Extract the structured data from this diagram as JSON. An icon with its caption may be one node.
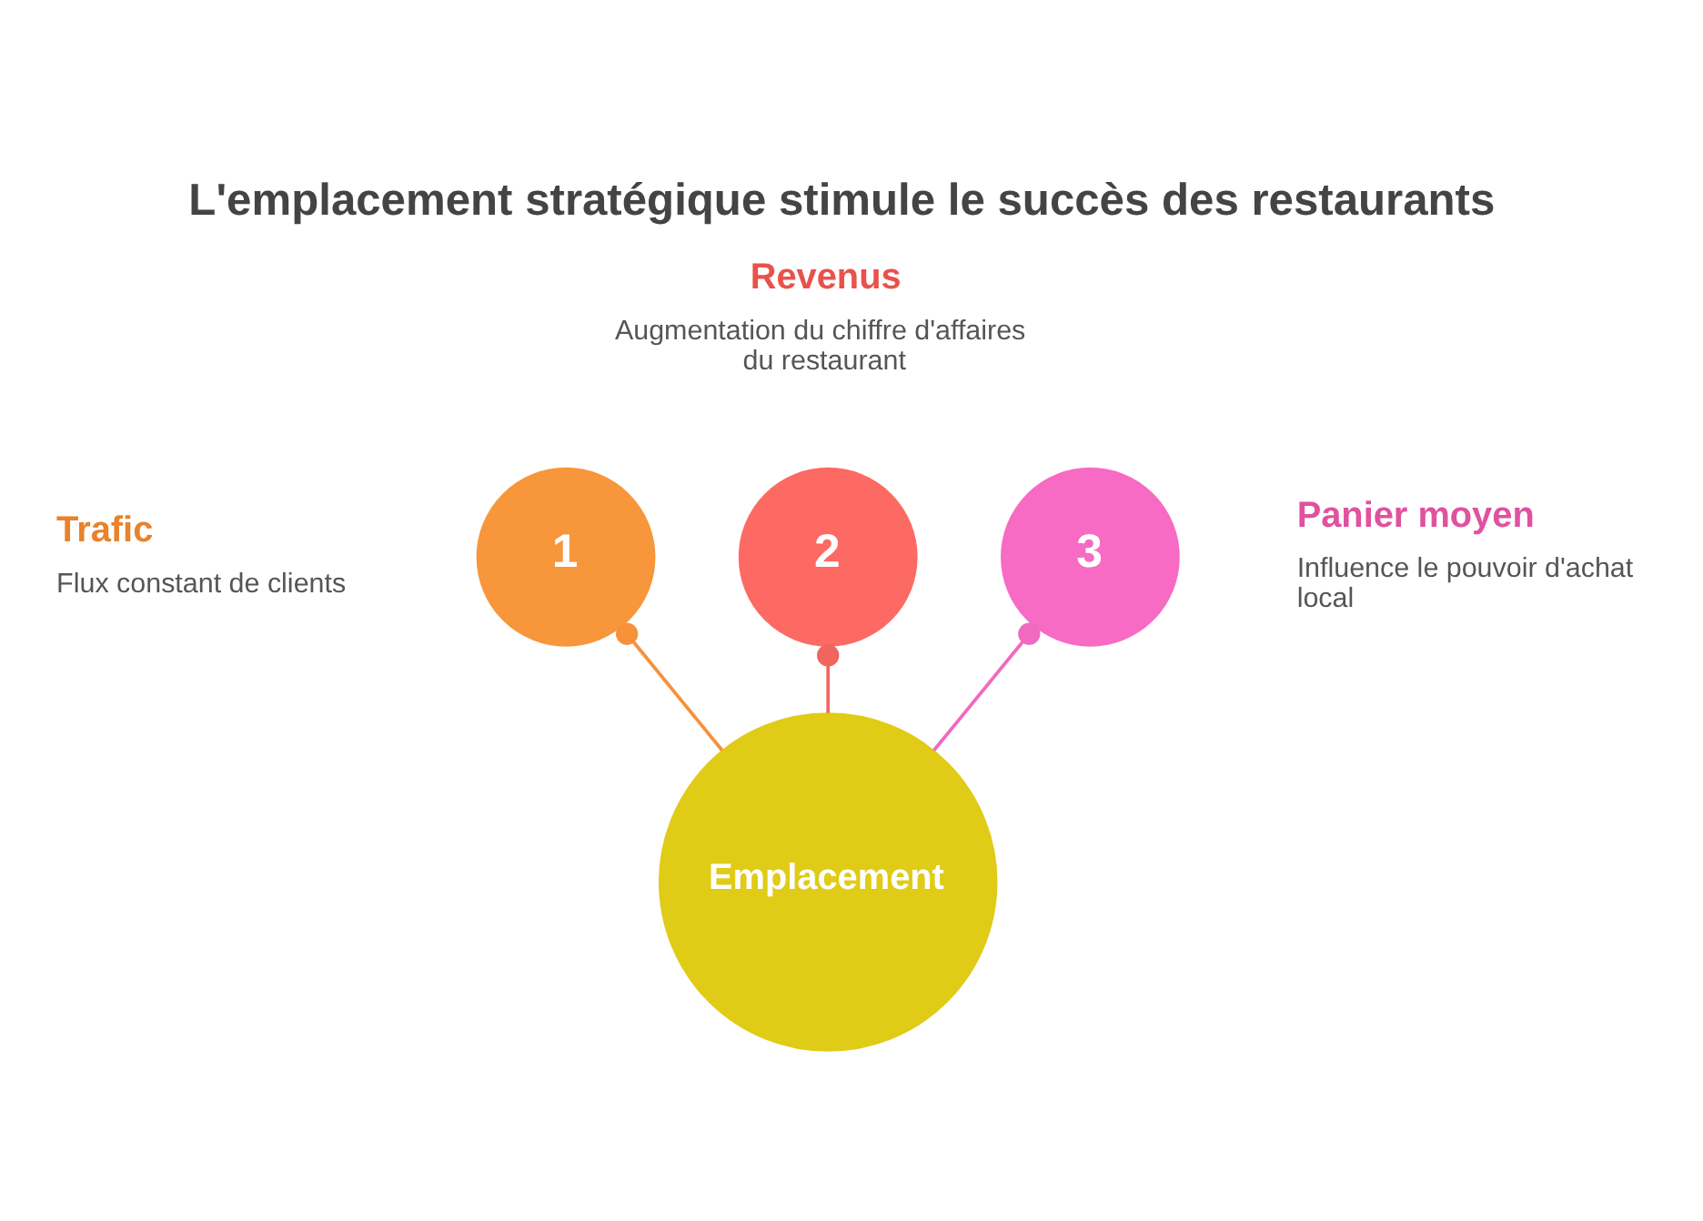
{
  "diagram": {
    "title": "L'emplacement stratégique stimule le succès des restaurants",
    "nodes": [
      {
        "text": [
          "1"
        ],
        "beside": [
          "Trafic",
          "Flux constant de clients"
        ]
      },
      {
        "text": [
          "2"
        ],
        "beside": [
          "Revenus",
          "Augmentation du chiffre d'affaires du restaurant"
        ]
      },
      {
        "text": [
          "3"
        ],
        "beside": [
          "Panier moyen",
          "Influence le pouvoir d'achat local"
        ]
      },
      {
        "text": [
          "Emplacement"
        ]
      }
    ],
    "edges": [
      {
        "from": 3,
        "to": 0,
        "arrow": "other",
        "color": "#f5923a"
      },
      {
        "from": 3,
        "to": 1,
        "arrow": "other",
        "color": "#f0665e"
      },
      {
        "from": 3,
        "to": 2,
        "arrow": "other",
        "color": "#f06ac0"
      }
    ]
  }
}
